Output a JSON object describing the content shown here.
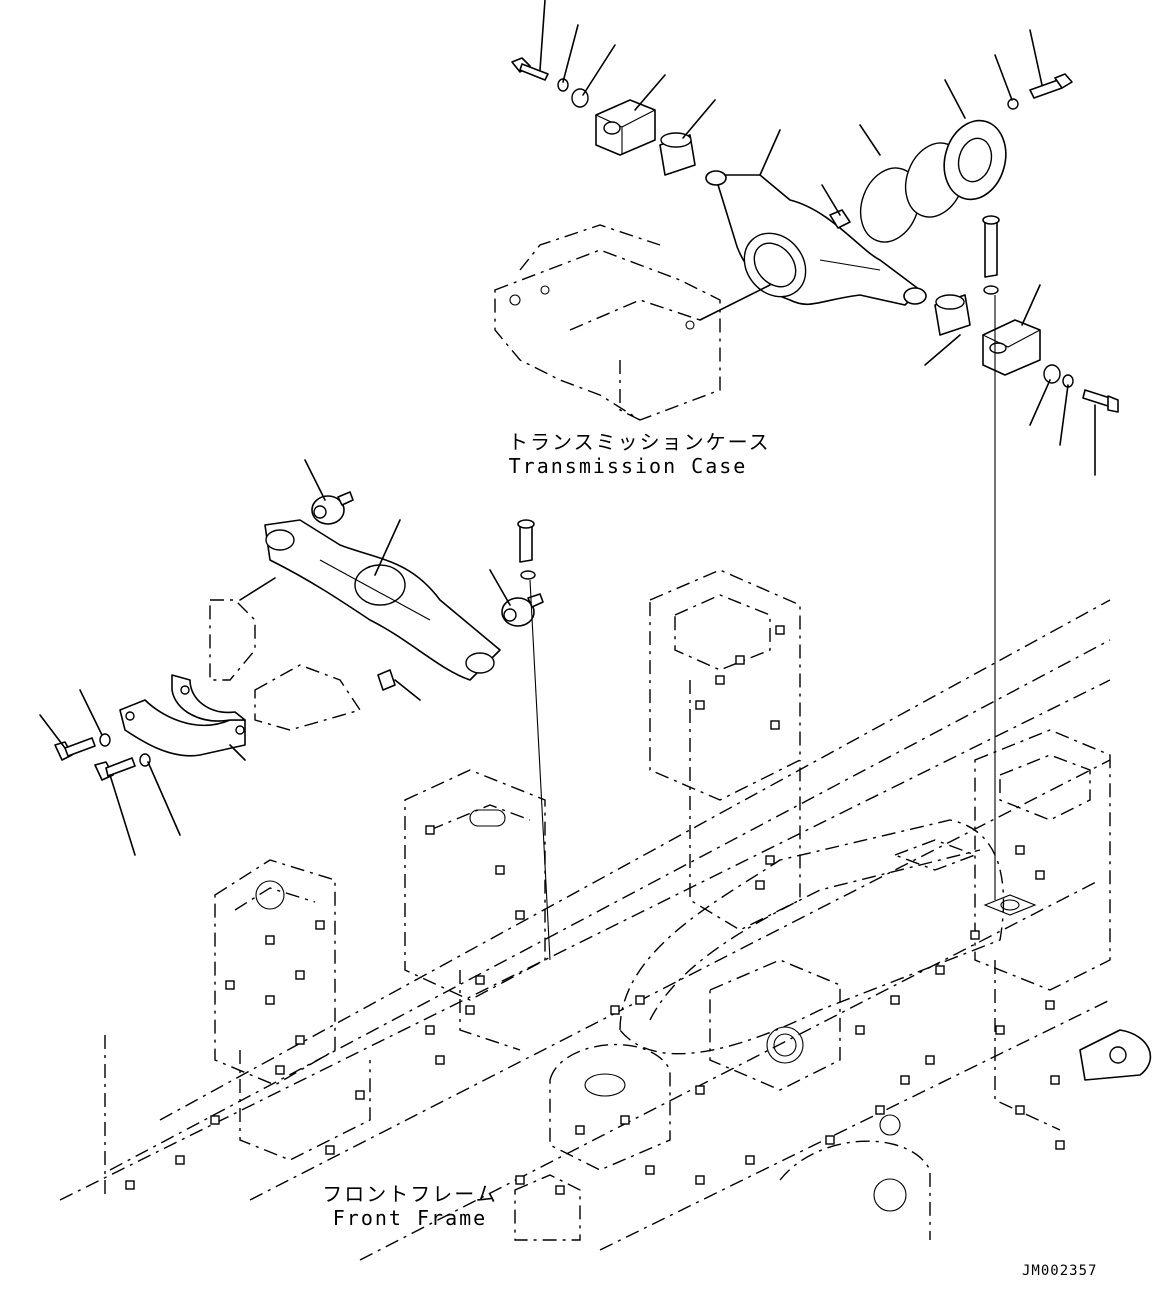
{
  "labels": {
    "transmission_case": {
      "jp": "トランスミッションケース",
      "en": "Transmission Case"
    },
    "front_frame": {
      "jp": "フロントフレーム",
      "en": "Front Frame"
    }
  },
  "drawing_code": "JM002357"
}
